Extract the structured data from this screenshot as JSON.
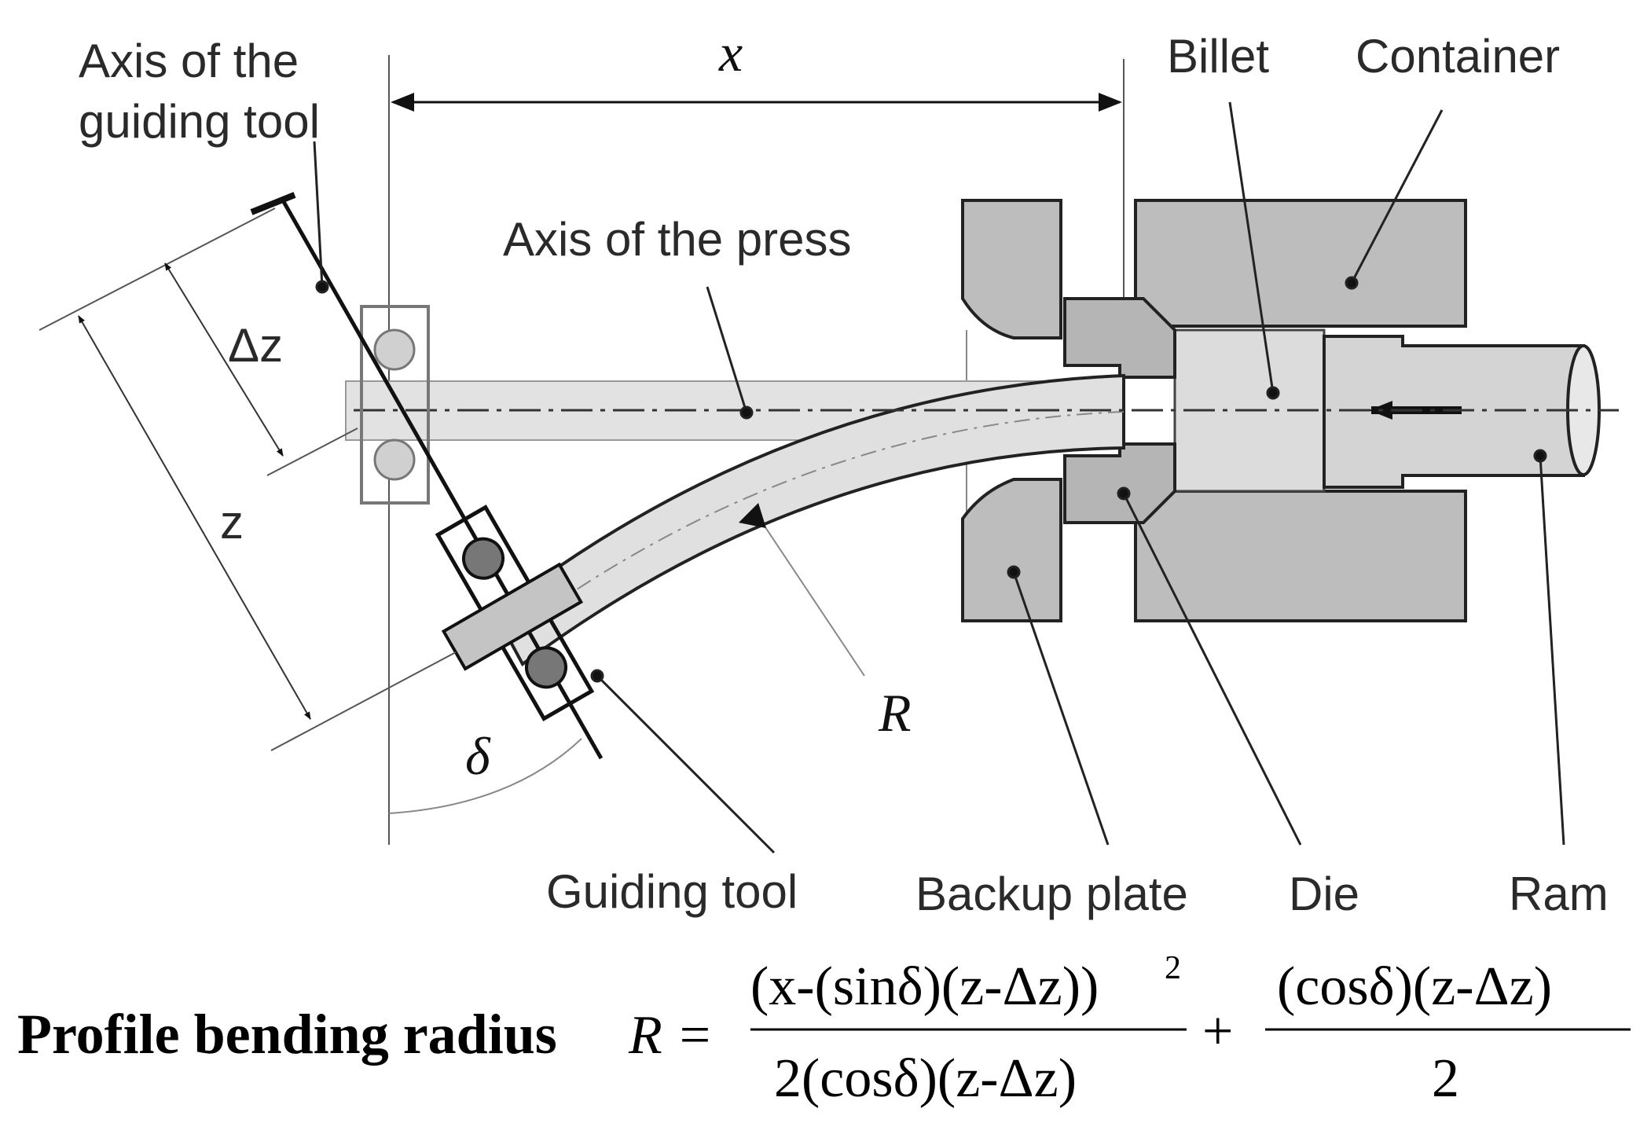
{
  "labels": {
    "axis_guiding_tool_line1": "Axis of the",
    "axis_guiding_tool_line2": "guiding tool",
    "axis_press": "Axis of the press",
    "billet": "Billet",
    "container": "Container",
    "guiding_tool": "Guiding tool",
    "backup_plate": "Backup plate",
    "die": "Die",
    "ram": "Ram",
    "x": "x",
    "delta_z": "Δz",
    "z": "z",
    "R": "R",
    "delta": "δ"
  },
  "formula": {
    "title": "Profile bending radius",
    "lhs": "R =",
    "num1": "(x-(sinδ)(z-Δz))",
    "num1_exp": "2",
    "den1": "2(cosδ)(z-Δz)",
    "plus": "+",
    "num2": "(cosδ)(z-Δz)",
    "den2": "2"
  },
  "colors": {
    "line": "#222222",
    "part_fill": "#b9b9b9",
    "part_light": "#d8d8d8",
    "press_axis_band": "#e2e2e2"
  }
}
